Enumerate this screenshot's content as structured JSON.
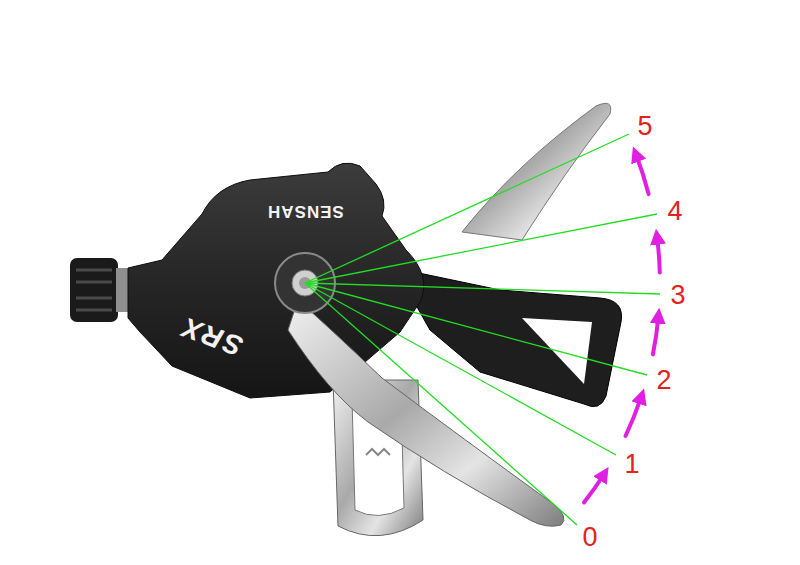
{
  "diagram": {
    "labels": [
      "5",
      "SENSAH",
      "4",
      "3",
      "SRX",
      "2",
      "1",
      "0"
    ]
  }
}
